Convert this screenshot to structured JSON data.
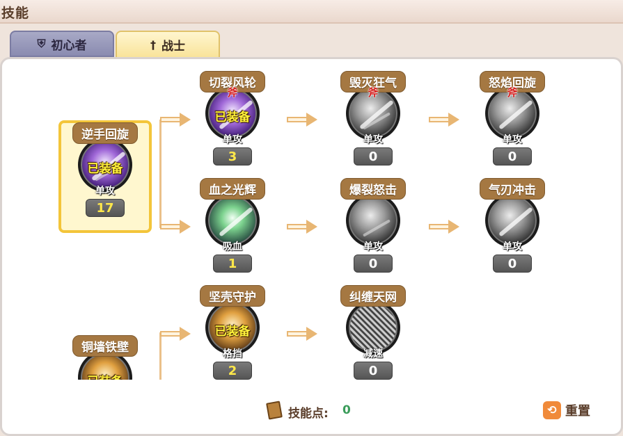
{
  "window": {
    "title": "技能"
  },
  "tabs": [
    {
      "label": "初心者",
      "icon": "shield-icon",
      "active": false
    },
    {
      "label": "战士",
      "icon": "sword-icon",
      "active": true
    }
  ],
  "skills": {
    "root1": {
      "name": "逆手回旋",
      "equipped_label": "已装备",
      "type": "单攻",
      "level": "17",
      "selected": true
    },
    "root2": {
      "name": "铜墙铁壁",
      "equipped_label": "已装备"
    },
    "s1": {
      "name": "切裂风轮",
      "badge": "斧",
      "equipped_label": "已装备",
      "type": "单攻",
      "level": "3"
    },
    "s2": {
      "name": "毁灭狂气",
      "badge": "斧",
      "type": "单攻",
      "level": "0"
    },
    "s3": {
      "name": "怒焰回旋",
      "badge": "斧",
      "type": "单攻",
      "level": "0"
    },
    "s4": {
      "name": "血之光辉",
      "type": "吸血",
      "level": "1"
    },
    "s5": {
      "name": "爆裂怒击",
      "type": "单攻",
      "level": "0"
    },
    "s6": {
      "name": "气刃冲击",
      "type": "单攻",
      "level": "0"
    },
    "s7": {
      "name": "坚壳守护",
      "equipped_label": "已装备",
      "type": "格挡",
      "level": "2"
    },
    "s8": {
      "name": "纠缠天网",
      "type": "减速",
      "level": "0"
    }
  },
  "footer": {
    "skill_points_label": "技能点:",
    "skill_points_value": "0",
    "reset_label": "重置",
    "book_icon": "book-icon",
    "reset_icon": "reset-icon"
  },
  "colors": {
    "name_plate": "#a57842",
    "selected_border": "#f3c53a",
    "equipped_text": "#fff13a",
    "axe_badge": "#d81b1b",
    "points_value": "#3a9c5a"
  }
}
